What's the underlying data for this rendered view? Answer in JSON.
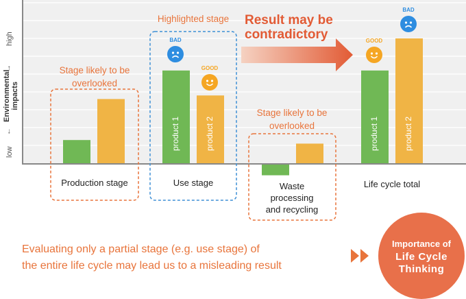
{
  "y_axis": {
    "title_line1": "Environmental",
    "title_line2": "impacts",
    "high": "high",
    "low": "low"
  },
  "notes": {
    "highlighted": "Highlighted stage",
    "overlooked_left_1": "Stage likely to be",
    "overlooked_left_2": "overlooked",
    "overlooked_mid_1": "Stage likely to be",
    "overlooked_mid_2": "overlooked",
    "result_1": "Result may be",
    "result_2": "contradictory"
  },
  "faces": {
    "bad": "BAD",
    "good": "GOOD"
  },
  "bar_labels": {
    "p1": "product 1",
    "p2": "product 2"
  },
  "footer": {
    "line1": "Evaluating only a partial stage (e.g. use stage) of",
    "line2": "the entire life cycle may lead us to a misleading result"
  },
  "conclusion": {
    "line1": "Importance of",
    "line2": "Life Cycle",
    "line3": "Thinking"
  },
  "colors": {
    "product1": "#70b855",
    "product2": "#f0b445",
    "accent": "#e8743b",
    "highlight_box": "#3e8fd6",
    "face_bad": "#2e8de0",
    "face_good": "#f5a623"
  },
  "chart_data": {
    "type": "bar",
    "categories": [
      "Production stage",
      "Use stage",
      "Waste processing and recycling",
      "Life cycle total"
    ],
    "series": [
      {
        "values": [
          1.3,
          5.2,
          -0.6,
          5.2
        ]
      },
      {
        "values": [
          3.6,
          3.8,
          1.1,
          7.0
        ]
      }
    ],
    "ylabel": "Environmental impacts"
  }
}
